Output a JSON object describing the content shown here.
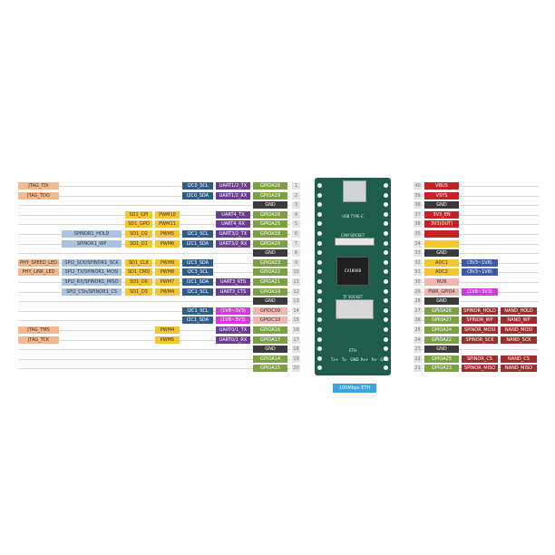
{
  "board": {
    "usb_label": "USB TYPE-C",
    "cam_label": "CAM SOCKET",
    "chip_label": "CV1800B",
    "tf_label": "TF SOCKET",
    "eth_label": "ETH",
    "eth_pins": [
      "Tx+",
      "Tx-",
      "GND",
      "Rx+",
      "Rx-",
      "GND"
    ],
    "eth_badge": "100Mbps ETH"
  },
  "colors": {
    "orange": "#f4b88e",
    "yellow": "#f6c534",
    "lightblue": "#a9c3e0",
    "darkblue": "#2f5d89",
    "purple": "#6b3d8f",
    "magenta": "#d53ad8",
    "green": "#7ba143",
    "black": "#3a3a3a",
    "red": "#c42323",
    "pink": "#f2b6b0",
    "maroon": "#9e2d2d",
    "blue_out": "#3b5aa8"
  },
  "left_rows": [
    {
      "pin": "1",
      "cells": [
        {
          "c": "orange",
          "t": "JTAG_TDI"
        },
        null,
        null,
        null,
        {
          "c": "darkblue",
          "t": "I2C0_SCL"
        },
        {
          "c": "purple",
          "t": "UART1/2_TX"
        },
        {
          "c": "green",
          "t": "GPIOA28"
        }
      ]
    },
    {
      "pin": "2",
      "cells": [
        {
          "c": "orange",
          "t": "JTAG_TDO"
        },
        null,
        null,
        null,
        {
          "c": "darkblue",
          "t": "I2C0_SDA"
        },
        {
          "c": "purple",
          "t": "UART1/2_RX"
        },
        {
          "c": "green",
          "t": "GPIOA29"
        }
      ]
    },
    {
      "pin": "3",
      "cells": [
        null,
        null,
        null,
        null,
        null,
        null,
        {
          "c": "black",
          "t": "GND"
        }
      ]
    },
    {
      "pin": "4",
      "cells": [
        null,
        null,
        {
          "c": "yellow",
          "t": "SD1_GPI"
        },
        {
          "c": "yellow",
          "t": "PWM10"
        },
        null,
        {
          "c": "purple",
          "t": "UART4_TX"
        },
        {
          "c": "green",
          "t": "GPIOA26"
        }
      ]
    },
    {
      "pin": "5",
      "cells": [
        null,
        null,
        {
          "c": "yellow",
          "t": "SD1_GPO"
        },
        {
          "c": "yellow",
          "t": "PWM11"
        },
        null,
        {
          "c": "purple",
          "t": "UART4_RX"
        },
        {
          "c": "green",
          "t": "GPIOA25"
        }
      ]
    },
    {
      "pin": "6",
      "cells": [
        null,
        {
          "c": "lightblue",
          "t": "SPINOR1_HOLD"
        },
        {
          "c": "yellow",
          "t": "SD1_D2"
        },
        {
          "c": "yellow",
          "t": "PWM5"
        },
        {
          "c": "darkblue",
          "t": "I2C1_SCL"
        },
        {
          "c": "purple",
          "t": "UART3/2_TX"
        },
        {
          "c": "green",
          "t": "GPIOA18"
        }
      ]
    },
    {
      "pin": "7",
      "cells": [
        null,
        {
          "c": "lightblue",
          "t": "SPINOR1_WP"
        },
        {
          "c": "yellow",
          "t": "SD1_D1"
        },
        {
          "c": "yellow",
          "t": "PWM6"
        },
        {
          "c": "darkblue",
          "t": "I2C1_SDA"
        },
        {
          "c": "purple",
          "t": "UART3/2_RX"
        },
        {
          "c": "green",
          "t": "GPIOA20"
        }
      ]
    },
    {
      "pin": "8",
      "cells": [
        null,
        null,
        null,
        null,
        null,
        null,
        {
          "c": "black",
          "t": "GND"
        }
      ]
    },
    {
      "pin": "9",
      "cells": [
        {
          "c": "orange",
          "t": "PHY_SPEED_LED"
        },
        {
          "c": "lightblue",
          "t": "SPI2_SCK/SPINOR1_SCK"
        },
        {
          "c": "yellow",
          "t": "SD1_CLK"
        },
        {
          "c": "yellow",
          "t": "PWM9"
        },
        {
          "c": "darkblue",
          "t": "I2C3_SDA"
        },
        null,
        {
          "c": "green",
          "t": "GPIOA23"
        }
      ]
    },
    {
      "pin": "10",
      "cells": [
        {
          "c": "orange",
          "t": "PHY_LINK_LED"
        },
        {
          "c": "lightblue",
          "t": "SPI2_TX/SPINOR1_MOSI"
        },
        {
          "c": "yellow",
          "t": "SD1_CMD"
        },
        {
          "c": "yellow",
          "t": "PWM8"
        },
        {
          "c": "darkblue",
          "t": "I2C3_SCL"
        },
        null,
        {
          "c": "green",
          "t": "GPIOA22"
        }
      ]
    },
    {
      "pin": "11",
      "cells": [
        null,
        {
          "c": "lightblue",
          "t": "SPI2_RX/SPINOR1_MISO"
        },
        {
          "c": "yellow",
          "t": "SD1_D0"
        },
        {
          "c": "yellow",
          "t": "PWM7"
        },
        {
          "c": "darkblue",
          "t": "I2C1_SDA"
        },
        {
          "c": "purple",
          "t": "UART3_RTS"
        },
        {
          "c": "green",
          "t": "GPIOA21"
        }
      ]
    },
    {
      "pin": "12",
      "cells": [
        null,
        {
          "c": "lightblue",
          "t": "SPI2_CSn/SPINOR1_CS"
        },
        {
          "c": "yellow",
          "t": "SD1_D3"
        },
        {
          "c": "yellow",
          "t": "PWM4"
        },
        {
          "c": "darkblue",
          "t": "I2C1_SCL"
        },
        {
          "c": "purple",
          "t": "UART3_CTS"
        },
        {
          "c": "green",
          "t": "GPIOA19"
        }
      ]
    },
    {
      "pin": "13",
      "cells": [
        null,
        null,
        null,
        null,
        null,
        null,
        {
          "c": "black",
          "t": "GND"
        }
      ]
    },
    {
      "pin": "14",
      "cells": [
        null,
        null,
        null,
        null,
        {
          "c": "darkblue",
          "t": "I2C1_SCL"
        },
        {
          "c": "magenta",
          "t": "(1V8~3V3)"
        },
        {
          "c": "pink",
          "t": "GPIOC09"
        }
      ]
    },
    {
      "pin": "15",
      "cells": [
        null,
        null,
        null,
        null,
        {
          "c": "darkblue",
          "t": "I2C1_SDA"
        },
        {
          "c": "magenta",
          "t": "(1V8~3V3)"
        },
        {
          "c": "pink",
          "t": "GPIOC10"
        }
      ]
    },
    {
      "pin": "16",
      "cells": [
        {
          "c": "orange",
          "t": "JTAG_TMS"
        },
        null,
        null,
        {
          "c": "yellow",
          "t": "PWM4"
        },
        null,
        {
          "c": "purple",
          "t": "UART0/1_TX"
        },
        {
          "c": "green",
          "t": "GPIOA16"
        }
      ]
    },
    {
      "pin": "17",
      "cells": [
        {
          "c": "orange",
          "t": "JTAG_TCK"
        },
        null,
        null,
        {
          "c": "yellow",
          "t": "PWM5"
        },
        null,
        {
          "c": "purple",
          "t": "UART0/1_RX"
        },
        {
          "c": "green",
          "t": "GPIOA17"
        }
      ]
    },
    {
      "pin": "18",
      "cells": [
        null,
        null,
        null,
        null,
        null,
        null,
        {
          "c": "black",
          "t": "GND"
        }
      ]
    },
    {
      "pin": "19",
      "cells": [
        null,
        null,
        null,
        null,
        null,
        null,
        {
          "c": "green",
          "t": "GPIOA14"
        }
      ]
    },
    {
      "pin": "20",
      "cells": [
        null,
        null,
        null,
        null,
        null,
        null,
        {
          "c": "green",
          "t": "GPIOA15"
        }
      ]
    }
  ],
  "right_rows": [
    {
      "pin": "40",
      "cells": [
        {
          "c": "red",
          "t": "VBUS"
        },
        null,
        null,
        null
      ]
    },
    {
      "pin": "39",
      "cells": [
        {
          "c": "red",
          "t": "VSYS"
        },
        null,
        null,
        null
      ]
    },
    {
      "pin": "38",
      "cells": [
        {
          "c": "black",
          "t": "GND"
        },
        null,
        null,
        null
      ]
    },
    {
      "pin": "37",
      "cells": [
        {
          "c": "red",
          "t": "3V3_EN"
        },
        null,
        null,
        null
      ]
    },
    {
      "pin": "36",
      "cells": [
        {
          "c": "red",
          "t": "3V3(OUT)"
        },
        null,
        null,
        null
      ]
    },
    {
      "pin": "35",
      "cells": [
        {
          "c": "red",
          "t": ""
        },
        null,
        null,
        null
      ]
    },
    {
      "pin": "34",
      "cells": [
        {
          "c": "yellow",
          "t": ""
        },
        null,
        null,
        null
      ]
    },
    {
      "pin": "33",
      "cells": [
        {
          "c": "black",
          "t": "GND"
        },
        null,
        null,
        null
      ]
    },
    {
      "pin": "32",
      "cells": [
        {
          "c": "yellow",
          "t": "ADC1"
        },
        {
          "c": "blue_out",
          "t": "(3V3~1V8)"
        },
        null,
        null
      ]
    },
    {
      "pin": "31",
      "cells": [
        {
          "c": "yellow",
          "t": "ADC2"
        },
        {
          "c": "blue_out",
          "t": "(3V3~1V8)"
        },
        null,
        null
      ]
    },
    {
      "pin": "30",
      "cells": [
        {
          "c": "pink",
          "t": "RUN"
        },
        null,
        null,
        null
      ]
    },
    {
      "pin": "29",
      "cells": [
        {
          "c": "pink",
          "t": "PWR_GPIO4"
        },
        {
          "c": "magenta",
          "t": "(1V8~3V3)"
        },
        null,
        null
      ]
    },
    {
      "pin": "28",
      "cells": [
        {
          "c": "black",
          "t": "GND"
        },
        null,
        null,
        null
      ]
    },
    {
      "pin": "27",
      "cells": [
        {
          "c": "green",
          "t": "GPIOA26"
        },
        {
          "c": "maroon",
          "t": "SPINOR_HOLD"
        },
        {
          "c": "maroon",
          "t": "NAND_HOLD"
        },
        null
      ]
    },
    {
      "pin": "26",
      "cells": [
        {
          "c": "green",
          "t": "GPIOA27"
        },
        {
          "c": "maroon",
          "t": "SPINOR_WP"
        },
        {
          "c": "maroon",
          "t": "NAND_WP"
        },
        null
      ]
    },
    {
      "pin": "25",
      "cells": [
        {
          "c": "green",
          "t": "GPIOA24"
        },
        {
          "c": "maroon",
          "t": "SPINOR_MOSI"
        },
        {
          "c": "maroon",
          "t": "NAND_MOSI"
        },
        null
      ]
    },
    {
      "pin": "24",
      "cells": [
        {
          "c": "green",
          "t": "GPIOA22"
        },
        {
          "c": "maroon",
          "t": "SPINOR_SCK"
        },
        {
          "c": "maroon",
          "t": "NAND_SCK"
        },
        null
      ]
    },
    {
      "pin": "23",
      "cells": [
        {
          "c": "black",
          "t": "GND"
        },
        null,
        null,
        null
      ]
    },
    {
      "pin": "22",
      "cells": [
        {
          "c": "green",
          "t": "GPIOA25"
        },
        {
          "c": "maroon",
          "t": "SPINOR_CS"
        },
        {
          "c": "maroon",
          "t": "NAND_CS"
        },
        null
      ]
    },
    {
      "pin": "21",
      "cells": [
        {
          "c": "green",
          "t": "GPIOA23"
        },
        {
          "c": "maroon",
          "t": "SPINOR_MISO"
        },
        {
          "c": "maroon",
          "t": "NAND_MISO"
        },
        null
      ]
    }
  ]
}
